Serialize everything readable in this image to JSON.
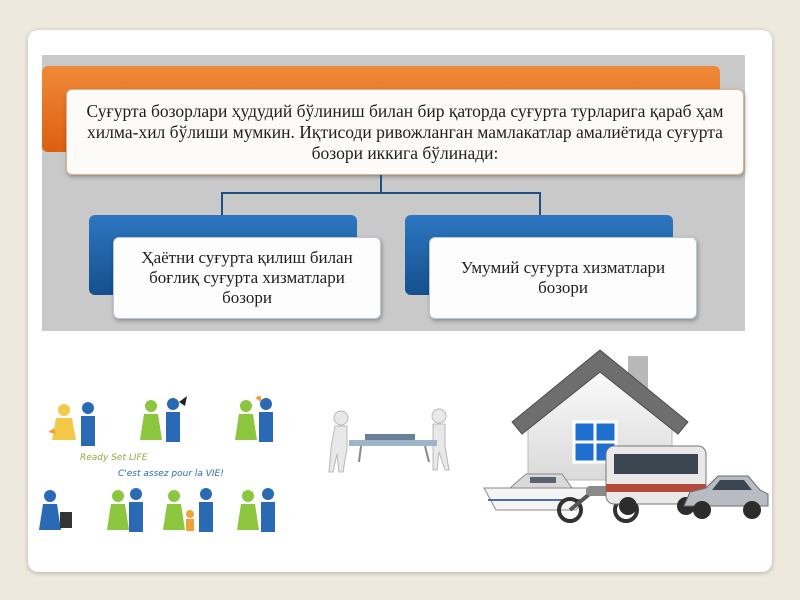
{
  "diagram": {
    "top_text": "Суғурта бозорлари ҳудудий бўлиниш билан бир қаторда суғурта турларига қараб ҳам хилма-хил бўлиши мумкин. Иқтисоди ривожланган мамлакатлар амалиётида суғурта бозори иккига бўлинади:",
    "left_text": "Ҳаётни суғурта қилиш билан боғлиқ суғурта хизматлари бозори",
    "right_text": "Умумий суғурта хизматлари бозори"
  },
  "logo": {
    "line1": "Ready Set LIFE",
    "line2": "C'est assez pour la VIE!"
  },
  "icons": [
    "family-figures-icon",
    "stretcher-figures-icon",
    "house-icon",
    "boat-icon",
    "motorcycle-icon",
    "bus-icon",
    "car-icon"
  ]
}
